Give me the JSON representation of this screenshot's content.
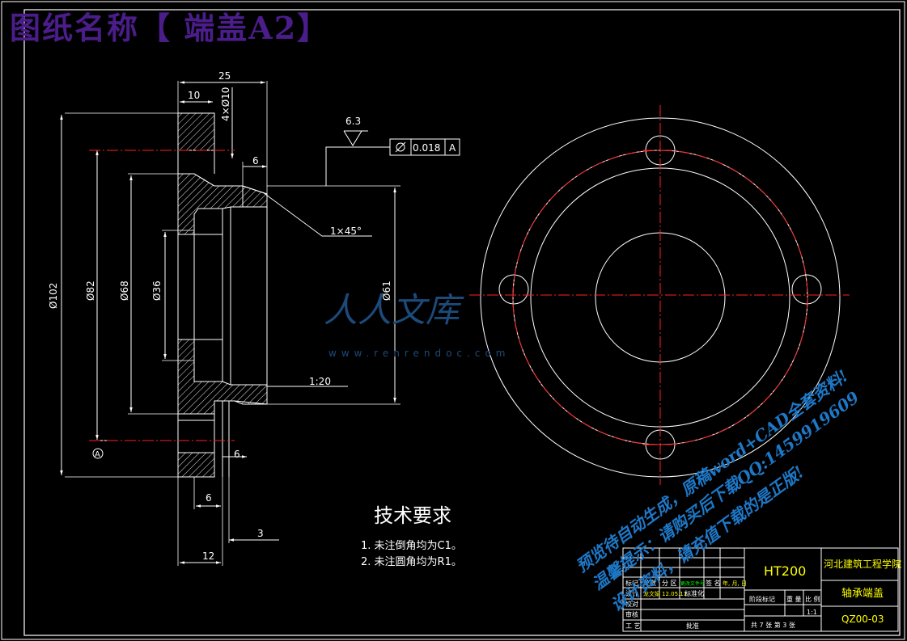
{
  "title": "图纸名称【 端盖A2】",
  "dimensions": {
    "d25": "25",
    "d10": "10",
    "d4x10": "4×Ø10",
    "d6top": "6",
    "d63": "6.3",
    "tolerance": "0.018",
    "datum": "A",
    "chamfer": "1×45°",
    "d102": "Ø102",
    "d82": "Ø82",
    "d68": "Ø68",
    "d36": "Ø36",
    "d61": "Ø61",
    "taper": "1:20",
    "d6mid": "6",
    "d6bot": "6",
    "d3": "3",
    "d12": "12",
    "datumA": "A"
  },
  "tech": {
    "title": "技术要求",
    "item1": "1. 未注倒角均为C1。",
    "item2": "2. 未注圆角均为R1。"
  },
  "titleblock": {
    "material": "HT200",
    "school": "河北建筑工程学院",
    "part": "轴承端盖",
    "code": "QZ00-03",
    "scale": "1:1",
    "sheets": "共 7 张 第 3 张",
    "labels": {
      "mark": "标记",
      "count": "处数",
      "zone": "分 区",
      "docno": "更改文件号",
      "sign": "签 名",
      "date": "年, 月, 日",
      "design": "设计",
      "designer": "龙文娟",
      "ddate": "12.05.11",
      "std": "标准化",
      "draw": "校对",
      "review": "审核",
      "craft": "工 艺",
      "approve": "批准",
      "stage": "阶段标记",
      "weight": "重 量",
      "ratio": "比 例"
    }
  },
  "watermark": {
    "logo": "人人文库",
    "url": "www.renrendoc.com",
    "line1": "预览待自动生成，原稿word+CAD全套资料!",
    "line2": "温馨提示：请购买后下载QQ:1459919609",
    "line3": "设计资料，请充值下载的是正版!"
  },
  "colors": {
    "line": "#ffffff",
    "center": "#ff2020",
    "hatch": "#e8e8e8",
    "yellow": "#ffff00",
    "title": "#4b1d8a",
    "watermark": "#1e78c8"
  }
}
